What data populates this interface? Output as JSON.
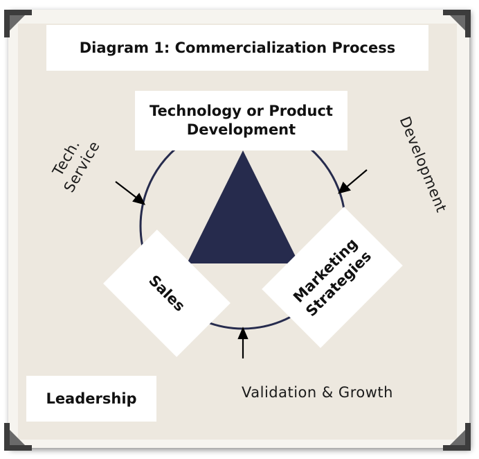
{
  "diagram": {
    "title": "Diagram 1: Commercialization Process",
    "top_box": "Technology or Product Development",
    "sales": "Sales",
    "marketing": "Marketing Strategies",
    "leadership": "Leadership",
    "labels": {
      "tech_service": "Tech. Service",
      "development": "Development",
      "validation": "Validation & Growth"
    },
    "colors": {
      "triangle": "#262b4d",
      "circle": "#262b4d",
      "panel": "#ede8df"
    }
  }
}
